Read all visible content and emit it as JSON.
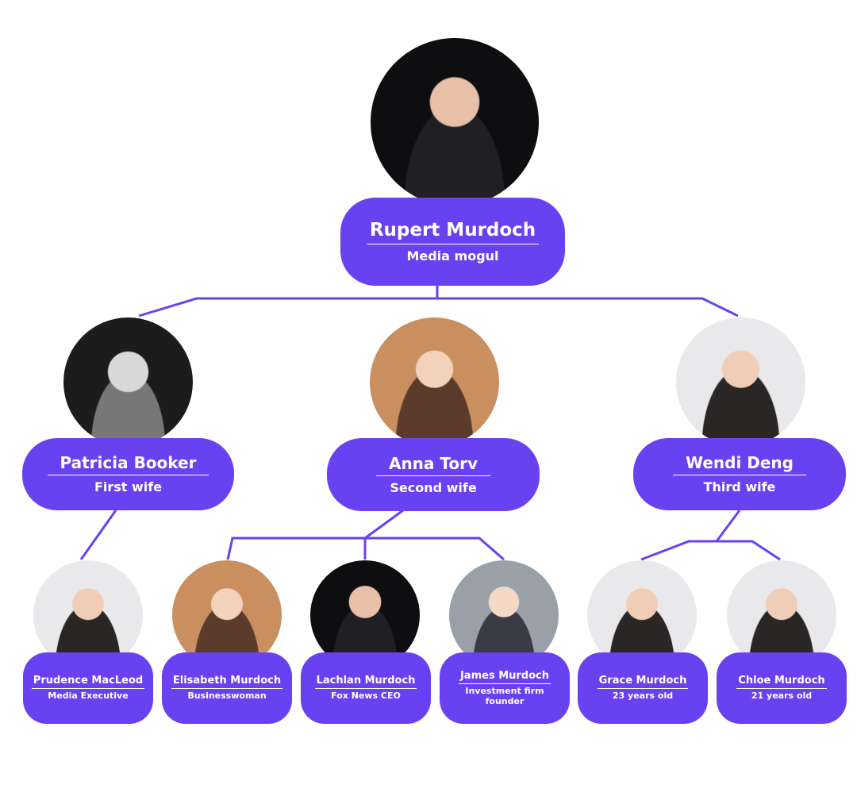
{
  "accent_color": "#6a41f1",
  "line_color": "#6a41f1",
  "root": {
    "name": "Rupert Murdoch",
    "role": "Media mogul",
    "photo_icon": "portrait-photo"
  },
  "wives": [
    {
      "name": "Patricia Booker",
      "role": "First wife",
      "photo_icon": "portrait-photo"
    },
    {
      "name": "Anna Torv",
      "role": "Second wife",
      "photo_icon": "portrait-photo"
    },
    {
      "name": "Wendi Deng",
      "role": "Third wife",
      "photo_icon": "portrait-photo"
    }
  ],
  "children": [
    {
      "name": "Prudence MacLeod",
      "role": "Media Executive",
      "parent": "Patricia Booker"
    },
    {
      "name": "Elisabeth Murdoch",
      "role": "Businesswoman",
      "parent": "Anna Torv"
    },
    {
      "name": "Lachlan Murdoch",
      "role": "Fox News CEO",
      "parent": "Anna Torv"
    },
    {
      "name": "James Murdoch",
      "role": "Investment firm founder",
      "parent": "Anna Torv"
    },
    {
      "name": "Grace Murdoch",
      "role": "23 years old",
      "parent": "Wendi Deng"
    },
    {
      "name": "Chloe Murdoch",
      "role": "21 years old",
      "parent": "Wendi Deng"
    }
  ]
}
